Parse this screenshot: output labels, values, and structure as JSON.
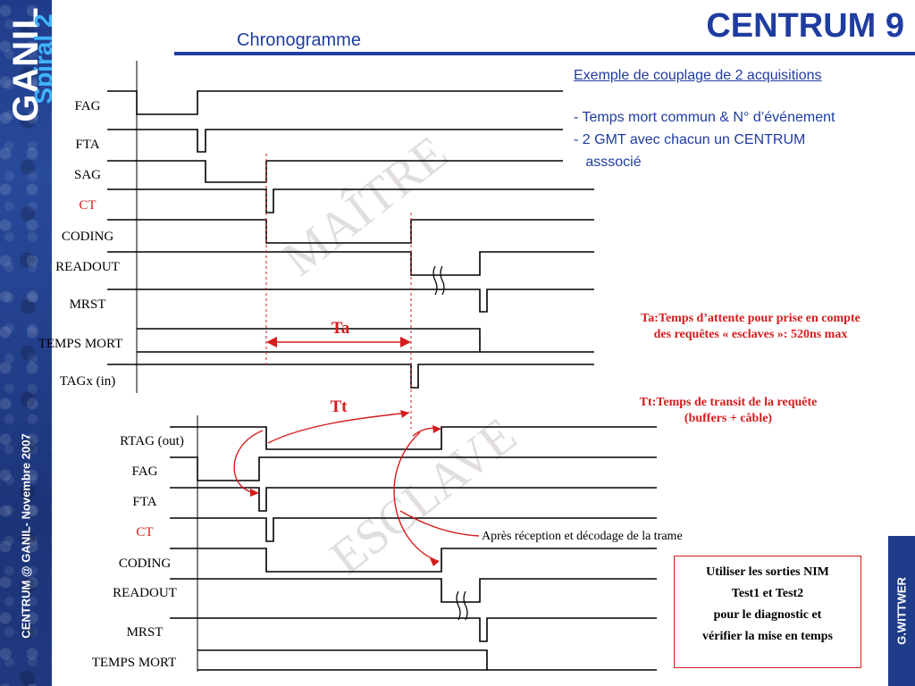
{
  "header": {
    "title": "CENTRUM 9",
    "subtitle": "Chronogramme"
  },
  "logo": {
    "ganil": "GANIL",
    "spiral": "Spiral 2"
  },
  "footer": {
    "left": "CENTRUM @ GANIL- Novembre 2007",
    "right": "G.WITTWER"
  },
  "notes": {
    "title": "Exemple de couplage de 2 acquisitions",
    "lines": [
      "- Temps mort commun & N° d’événement",
      "- 2 GMT avec chacun un CENTRUM",
      "   asssocié"
    ]
  },
  "watermarks": {
    "master": "MAÎTRE",
    "slave": "ESCLAVE"
  },
  "master_signals": [
    "FAG",
    "FTA",
    "SAG",
    "CT",
    "CODING",
    "READOUT",
    "MRST",
    "TEMPS MORT",
    "TAGx (in)"
  ],
  "slave_signals": [
    "RTAG (out)",
    "FAG",
    "FTA",
    "CT",
    "CODING",
    "READOUT",
    "MRST",
    "TEMPS MORT"
  ],
  "highlight_signal": "CT",
  "markers": {
    "ta": "Ta",
    "tt": "Tt"
  },
  "annotations": {
    "ta": [
      "Ta:Temps d’attente pour prise en compte",
      "des requêtes « esclaves »: 520ns max"
    ],
    "tt": [
      "Tt:Temps de transit de la requête",
      "(buffers + câble)"
    ],
    "after_frame": "Après réception et décodage de la trame"
  },
  "box_lines": [
    "Utiliser les sorties NIM",
    "Test1 et Test2",
    "pour le diagnostic et",
    "vérifier la mise en temps"
  ],
  "colors": {
    "brand": "#1f3ca0",
    "band": "#1f3c8a",
    "accent_red": "#d41c1c",
    "watermark": "#e2dede",
    "spiral": "#3fb3ff"
  }
}
